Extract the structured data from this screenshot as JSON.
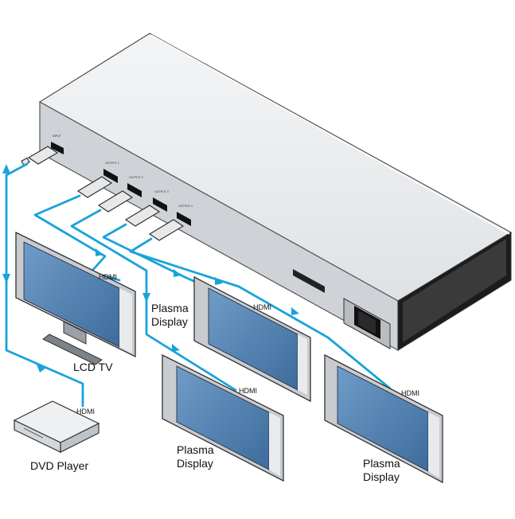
{
  "devices": {
    "lcd": {
      "label": "LCD TV",
      "cable": "HDMI"
    },
    "plasma_top": {
      "label_line1": "Plasma",
      "label_line2": "Display",
      "cable": "HDMI"
    },
    "plasma_bottom_left": {
      "label_line1": "Plasma",
      "label_line2": "Display",
      "cable": "HDMI"
    },
    "plasma_bottom_right": {
      "label_line1": "Plasma",
      "label_line2": "Display",
      "cable": "HDMI"
    },
    "dvd": {
      "label": "DVD Player",
      "cable": "HDMI"
    }
  },
  "ports": {
    "input": "INPUT",
    "output1": "OUTPUT 1",
    "output2": "OUTPUT 2",
    "output3": "OUTPUT 3",
    "output4": "OUTPUT 4"
  },
  "colors": {
    "cable": "#1aa3d9",
    "screen": "#4d7fb0",
    "bezel": "#c8ccd1"
  }
}
